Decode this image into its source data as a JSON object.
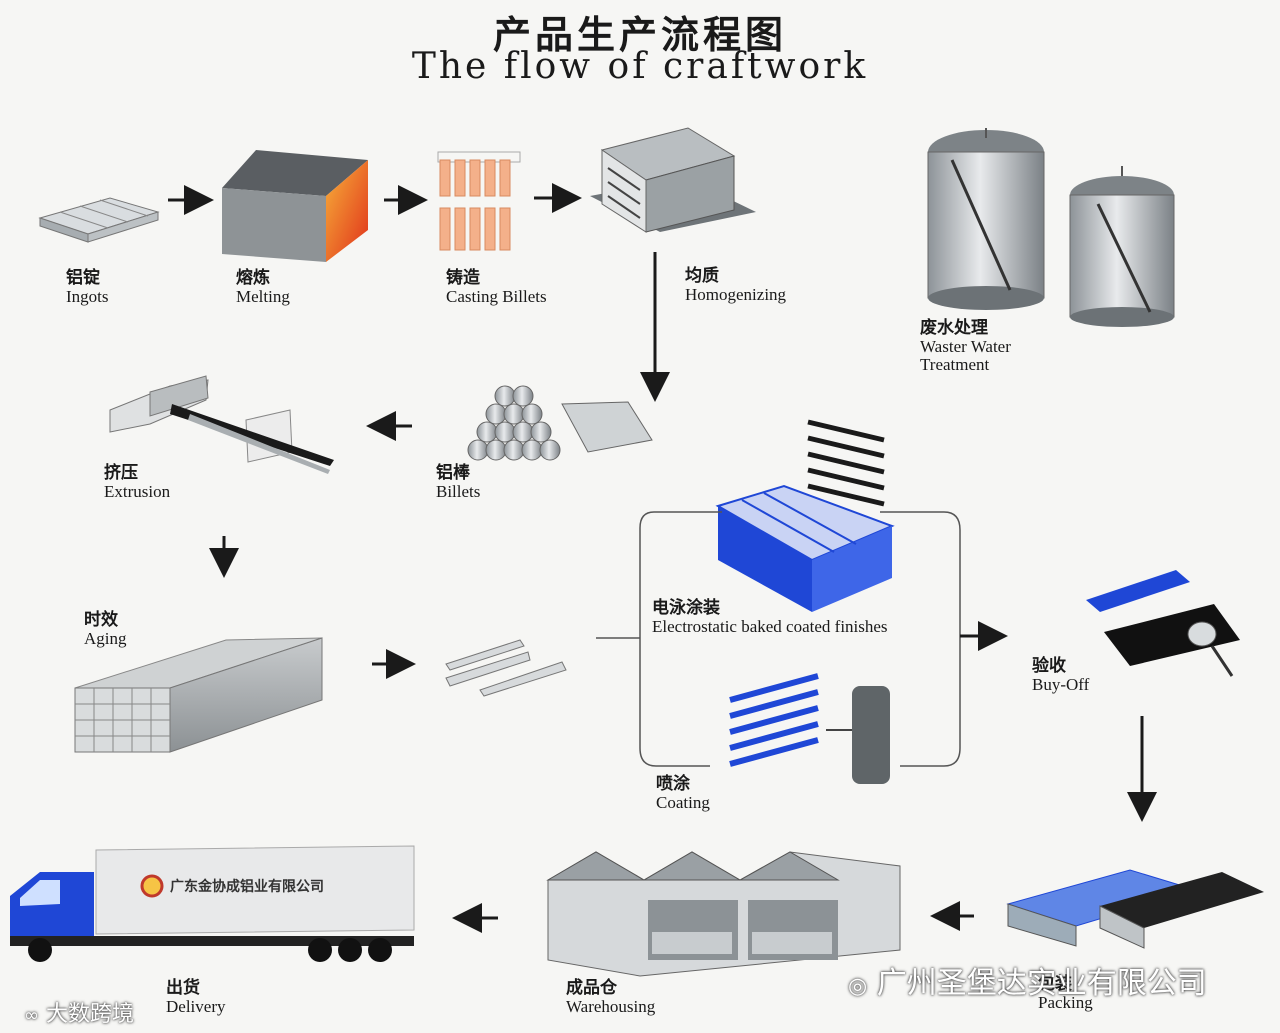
{
  "title": {
    "cn": "产品生产流程图",
    "en": "The flow of craftwork"
  },
  "steps": {
    "ingots": {
      "cn": "铝锭",
      "en": "Ingots"
    },
    "melting": {
      "cn": "熔炼",
      "en": "Melting"
    },
    "casting": {
      "cn": "铸造",
      "en": "Casting Billets"
    },
    "homogenizing": {
      "cn": "均质",
      "en": "Homogenizing"
    },
    "waste": {
      "cn": "废水处理",
      "en": "Waster Water",
      "en2": "Treatment"
    },
    "extrusion": {
      "cn": "挤压",
      "en": "Extrusion"
    },
    "billets": {
      "cn": "铝棒",
      "en": "Billets"
    },
    "aging": {
      "cn": "时效",
      "en": "Aging"
    },
    "electro": {
      "cn": "电泳涂装",
      "en": "Electrostatic baked coated finishes"
    },
    "coating": {
      "cn": "喷涂",
      "en": "Coating"
    },
    "buyoff": {
      "cn": "验收",
      "en": "Buy-Off"
    },
    "delivery": {
      "cn": "出货",
      "en": "Delivery"
    },
    "warehousing": {
      "cn": "成品仓",
      "en": "Warehousing"
    },
    "packing": {
      "cn": "包装",
      "en": "Packing"
    }
  },
  "truck_company": "广东金协成铝业有限公司",
  "watermarks": {
    "left": "大数跨境",
    "right": "广州圣堡达实业有限公司"
  },
  "colors": {
    "blue": "#1f47d6",
    "orange": "#f05a1a",
    "gray": "#9a9a9a",
    "black": "#1a1a1a"
  }
}
